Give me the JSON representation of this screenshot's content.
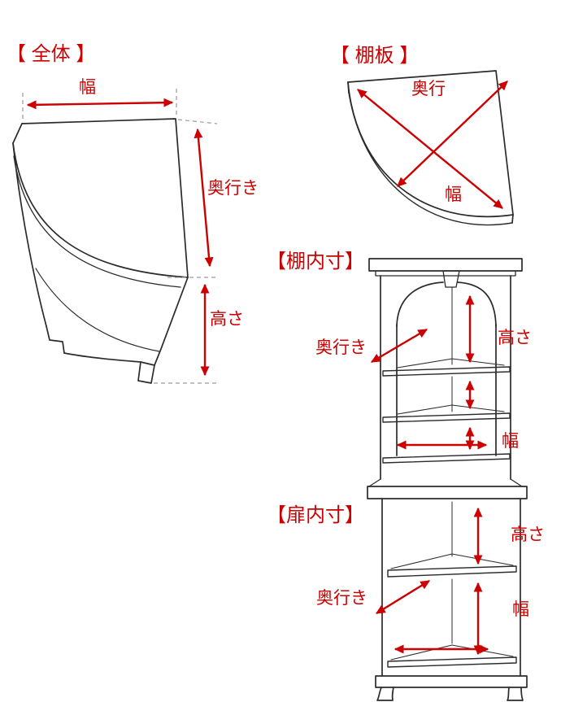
{
  "page": {
    "background": "#ffffff",
    "accent_red": "#cc0000",
    "line_color": "#2b2b2b",
    "guide_color": "#9a9a9a"
  },
  "sections": {
    "overall": {
      "title": "【 全体 】",
      "labels": {
        "width": "幅",
        "depth": "奥行き",
        "height": "高さ"
      }
    },
    "shelf_board": {
      "title": "【 棚板 】",
      "labels": {
        "depth": "奥行",
        "width": "幅"
      }
    },
    "shelf_inner": {
      "title": "【棚内寸】",
      "labels": {
        "depth": "奥行き",
        "height": "高さ",
        "width": "幅"
      }
    },
    "door_inner": {
      "title": "【扉内寸】",
      "labels": {
        "depth": "奥行き",
        "height": "高さ",
        "width": "幅"
      }
    }
  }
}
